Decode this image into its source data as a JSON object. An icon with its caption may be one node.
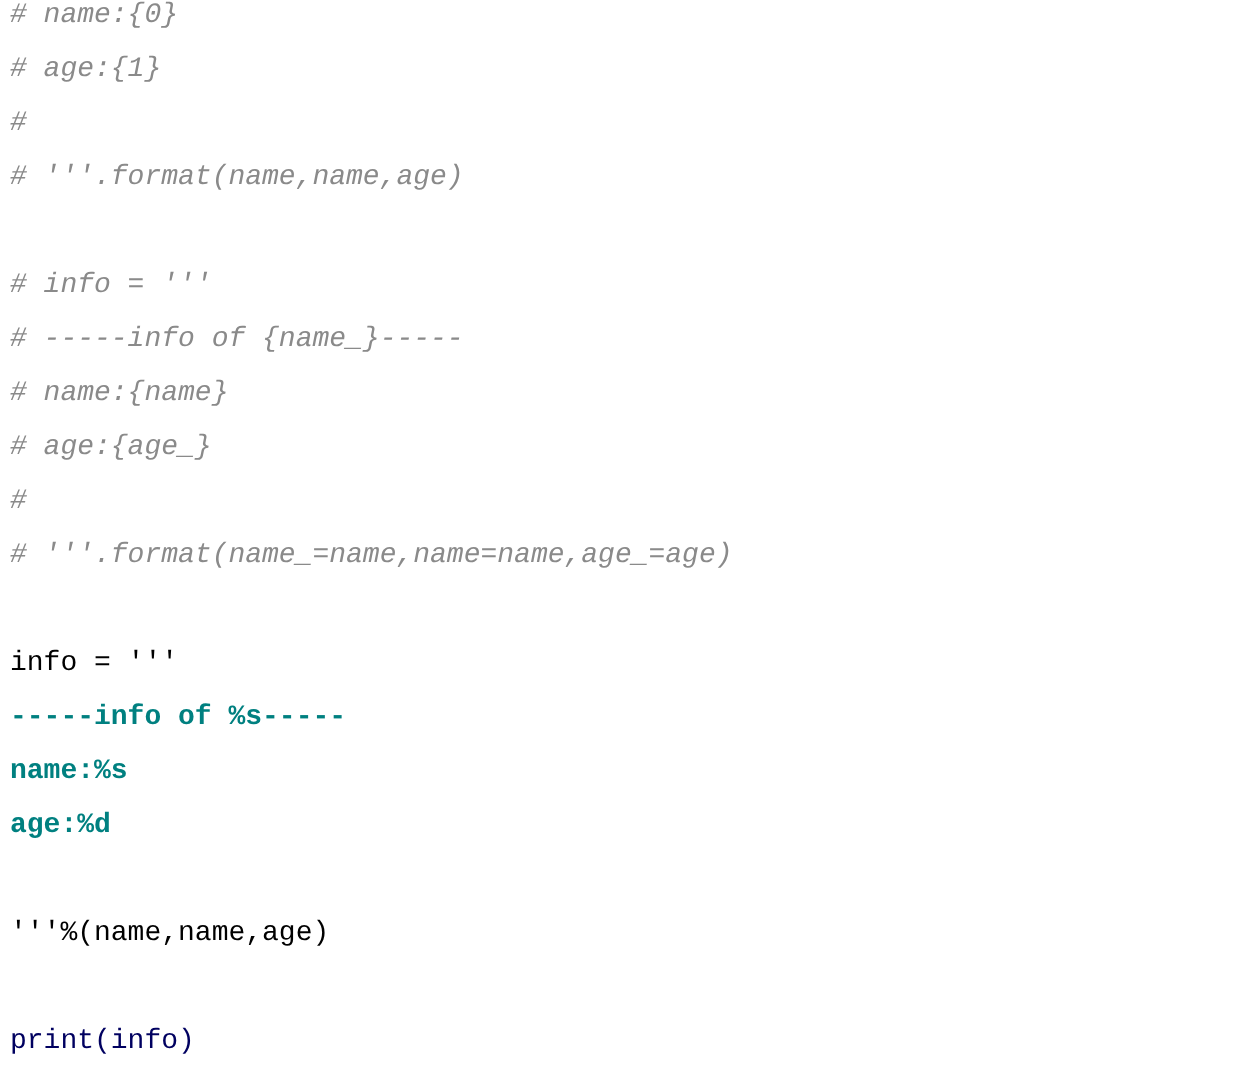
{
  "diagram": {
    "labels": [
      "# name:{0}",
      "# age:{1}",
      "#",
      "# '''.format(name,name,age)",
      "# info = '''",
      "# -----info of {name_}-----",
      "# name:{name}",
      "# age:{age_}",
      "#",
      "# '''.format(name_=name,name=name,age_=age)",
      "info = '''",
      "-----info of %s-----",
      "name:%s",
      "age:%d",
      "'''%(name,name,age)",
      "print(info)"
    ]
  }
}
